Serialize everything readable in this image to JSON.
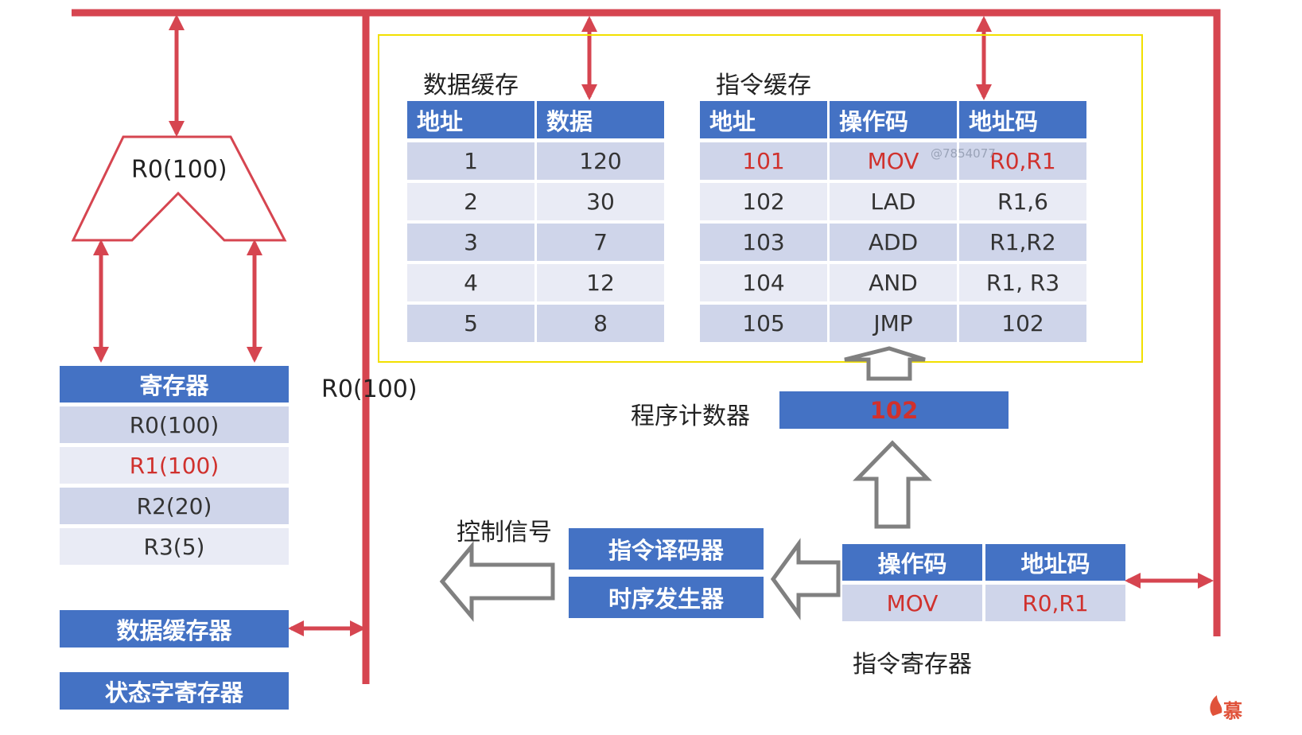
{
  "alu": {
    "label": "R0(100)"
  },
  "bus_label": "R0(100)",
  "registers": {
    "title": "寄存器",
    "items": [
      {
        "text": "R0(100)",
        "highlight": false
      },
      {
        "text": "R1(100)",
        "highlight": true
      },
      {
        "text": "R2(20)",
        "highlight": false
      },
      {
        "text": "R3(5)",
        "highlight": false
      }
    ]
  },
  "data_buffer_register": "数据缓存器",
  "status_register": "状态字寄存器",
  "data_cache": {
    "title": "数据缓存",
    "headers": [
      "地址",
      "数据"
    ],
    "rows": [
      [
        "1",
        "120"
      ],
      [
        "2",
        "30"
      ],
      [
        "3",
        "7"
      ],
      [
        "4",
        "12"
      ],
      [
        "5",
        "8"
      ]
    ]
  },
  "instruction_cache": {
    "title": "指令缓存",
    "headers": [
      "地址",
      "操作码",
      "地址码"
    ],
    "rows": [
      [
        "101",
        "MOV",
        "R0,R1"
      ],
      [
        "102",
        "LAD",
        "R1,6"
      ],
      [
        "103",
        "ADD",
        "R1,R2"
      ],
      [
        "104",
        "AND",
        "R1, R3"
      ],
      [
        "105",
        "JMP",
        "102"
      ]
    ],
    "highlight_row": 0
  },
  "watermark": "@7854077",
  "program_counter": {
    "label": "程序计数器",
    "value": "102"
  },
  "control_signal": "控制信号",
  "decoder": "指令译码器",
  "timing": "时序发生器",
  "instruction_register": {
    "label": "指令寄存器",
    "headers": [
      "操作码",
      "地址码"
    ],
    "values": [
      "MOV",
      "R0,R1"
    ]
  },
  "logo_text": "慕",
  "colors": {
    "bus": "#d64550",
    "blue": "#4472c4",
    "row_dark": "#cfd5ea",
    "row_light": "#e9ebf5",
    "highlight_text": "#d0312d",
    "frame": "#f2e000"
  }
}
